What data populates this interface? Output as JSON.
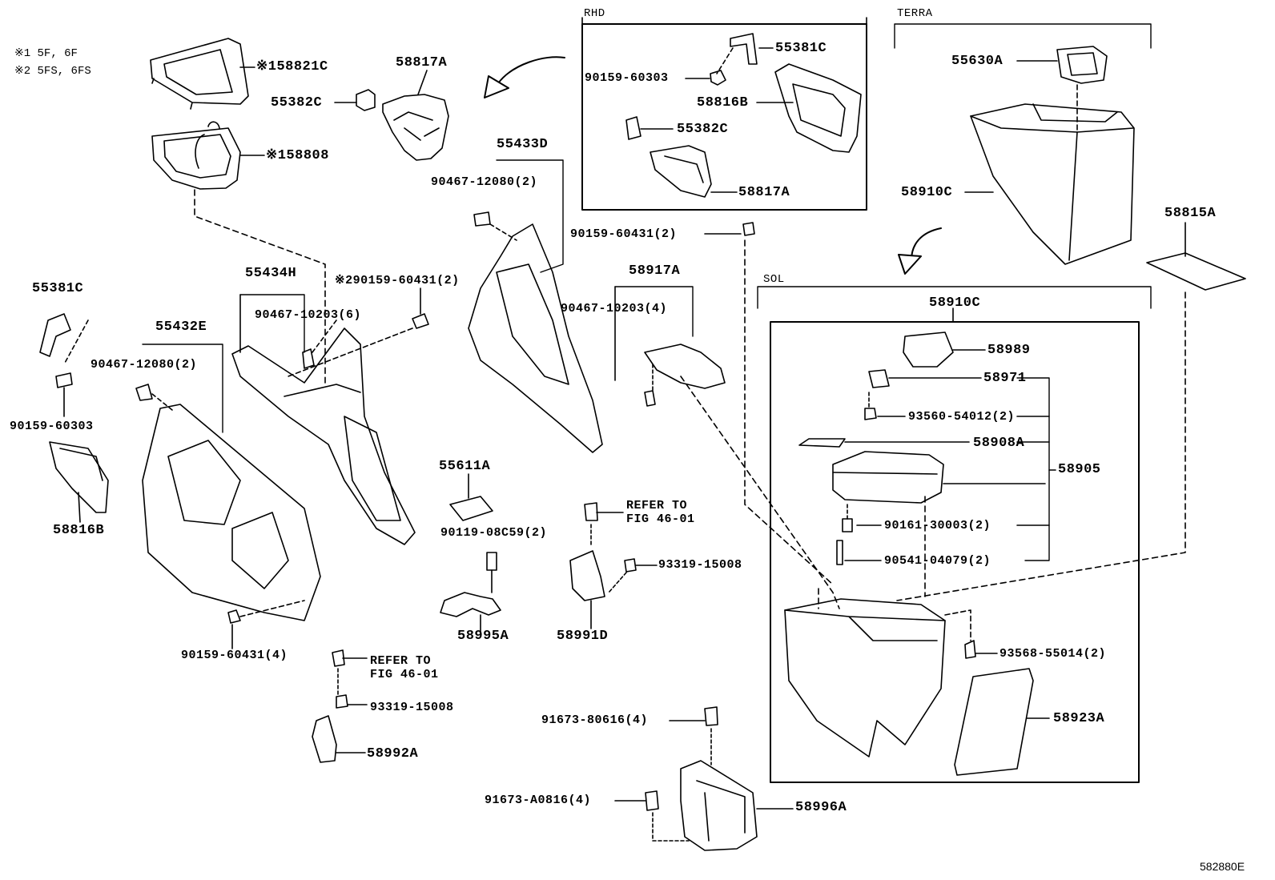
{
  "notes": [
    "※1 5F, 6F",
    "※2 5FS, 6FS"
  ],
  "drawing_code": "582880E",
  "regions": {
    "rhd": "RHD",
    "terra": "TERRA",
    "sol": "SOL"
  },
  "parts": {
    "p158821C": "※158821C",
    "p158808": "※158808",
    "p58817A_top": "58817A",
    "p55382C_top": "55382C",
    "p55381C_left": "55381C",
    "p90159_60303_left": "90159-60303",
    "p58816B_left": "58816B",
    "p55432E": "55432E",
    "p90467_12080_left": "90467-12080(2)",
    "p55434H": "55434H",
    "p90467_10203_6": "90467-10203(6)",
    "p90159_60431_2_note": "※290159-60431(2)",
    "p90159_60431_4": "90159-60431(4)",
    "p55433D": "55433D",
    "p90467_12080_mid": "90467-12080(2)",
    "p55611A": "55611A",
    "p90119_08C59": "90119-08C59(2)",
    "p58995A": "58995A",
    "refer_a_1": "REFER TO",
    "refer_a_2": "FIG 46-01",
    "p93319_15008_a": "93319-15008",
    "p58992A": "58992A",
    "p58917A": "58917A",
    "p90467_10203_4": "90467-10203(4)",
    "refer_b_1": "REFER TO",
    "refer_b_2": "FIG 46-01",
    "p93319_15008_b": "93319-15008",
    "p58991D": "58991D",
    "p91673_80616": "91673-80616(4)",
    "p91673_A0816": "91673-A0816(4)",
    "p58996A": "58996A",
    "p90159_60431_2_mid": "90159-60431(2)",
    "rhd_55381C": "55381C",
    "rhd_90159_60303": "90159-60303",
    "rhd_58816B": "58816B",
    "rhd_55382C": "55382C",
    "rhd_58817A": "58817A",
    "terra_55630A": "55630A",
    "terra_58910C": "58910C",
    "p58815A": "58815A",
    "sol_58910C": "58910C",
    "sol_58989": "58989",
    "sol_58971": "58971",
    "sol_93560_54012": "93560-54012(2)",
    "sol_58908A": "58908A",
    "sol_58905": "58905",
    "sol_90161_30003": "90161-30003(2)",
    "sol_90541_04079": "90541-04079(2)",
    "sol_93568_55014": "93568-55014(2)",
    "sol_58923A": "58923A"
  }
}
